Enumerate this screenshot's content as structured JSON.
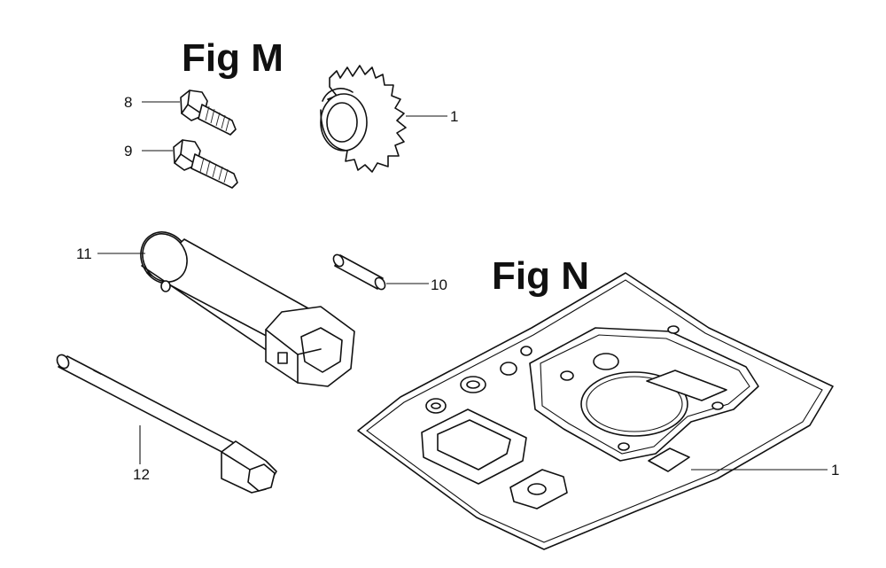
{
  "figures": {
    "fig_m": {
      "title": "Fig M"
    },
    "fig_n": {
      "title": "Fig N"
    }
  },
  "callouts": {
    "gear": "1",
    "bolt_upper": "8",
    "bolt_lower": "9",
    "pin": "10",
    "box_wrench": "11",
    "handle_bar": "12",
    "gasket_set": "1"
  }
}
